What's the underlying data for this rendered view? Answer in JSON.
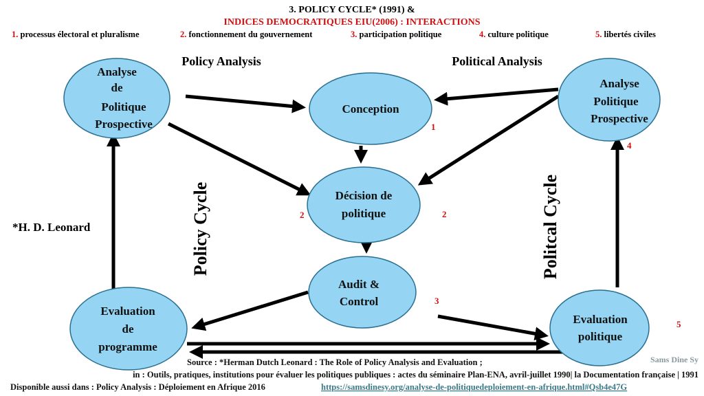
{
  "header": {
    "title": "3. POLICY CYCLE* (1991)  &",
    "subtitle": "INDICES DEMOCRATIQUES EIU(2006) : INTERACTIONS",
    "indices": [
      {
        "num": "1.",
        "label": "processus électoral et pluralisme"
      },
      {
        "num": "2.",
        "label": "fonctionnement du gouvernement"
      },
      {
        "num": "3.",
        "label": "participation politique"
      },
      {
        "num": "4.",
        "label": "culture politique"
      },
      {
        "num": "5.",
        "label": "libertés civiles"
      }
    ]
  },
  "section_labels": {
    "policy_analysis": "Policy Analysis",
    "political_analysis": "Political Analysis",
    "policy_cycle": "Policy Cycle",
    "political_cycle": "Politcal Cycle",
    "author_note": "*H. D. Leonard"
  },
  "nodes": {
    "analyse_left": [
      "Analyse",
      "de",
      "Politique",
      "Prospective"
    ],
    "conception": [
      "Conception"
    ],
    "decision": [
      "Décision de",
      "politique"
    ],
    "audit": [
      "Audit &",
      "Control"
    ],
    "eval_programme": [
      "Evaluation",
      "de",
      "programme"
    ],
    "analyse_right": [
      "Analyse",
      "Politique",
      "Prospective"
    ],
    "eval_politique": [
      "Evaluation",
      "politique"
    ]
  },
  "markers": {
    "conception": "1",
    "decision_left": "2",
    "decision_right": "2",
    "audit": "3",
    "analyse_right": "4",
    "eval_politique": "5"
  },
  "footer": {
    "source": "Source : *Herman Dutch Leonard : The Role of Policy Analysis and Evaluation ;",
    "in": "in : Outils, pratiques, institutions pour évaluer les politiques publiques : actes du séminaire Plan-ENA, avril-juillet 1990| la Documentation française | 1991",
    "dispo": "Disponible aussi dans : Policy Analysis : Déploiement en Afrique 2016",
    "link": "https://samsdinesy.org/analyse-de-politiquedeploiement-en-afrique.html#Qsb4e47G",
    "signature": "Sams Dine Sy"
  },
  "colors": {
    "node_fill": "#95d5f3",
    "node_stroke": "#2a6f8f",
    "red": "#d01010",
    "link": "#3a7a8a"
  }
}
